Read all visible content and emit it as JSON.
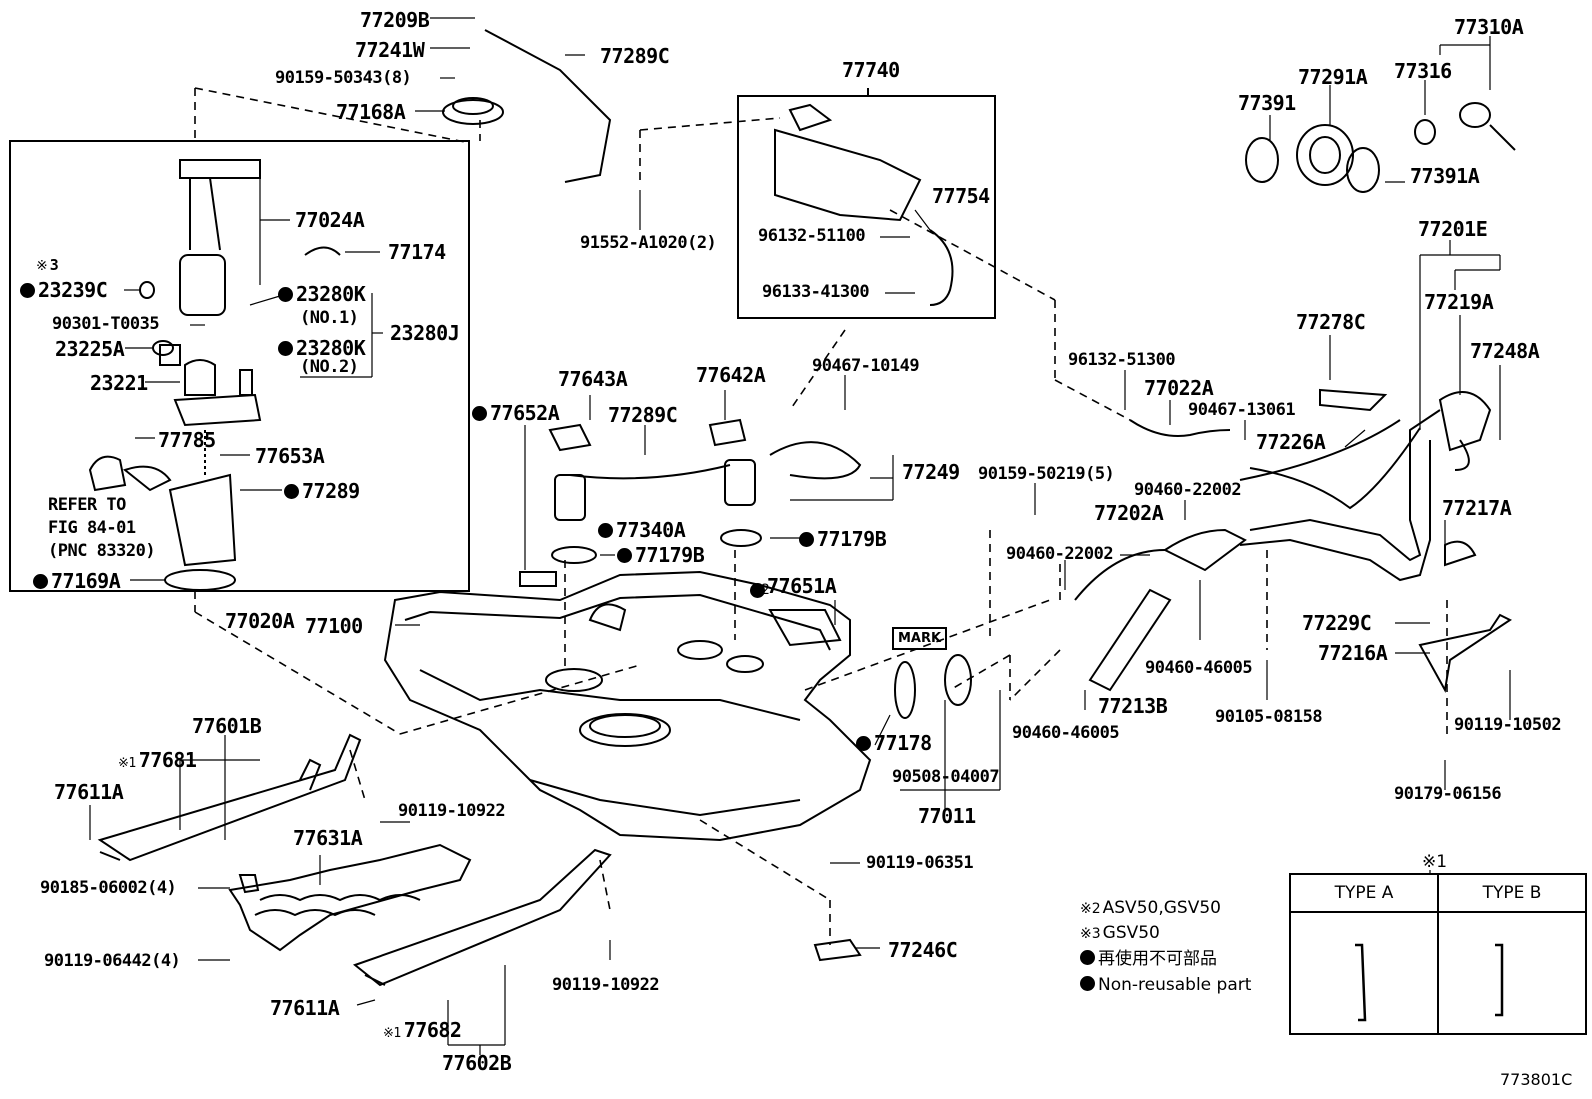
{
  "labels": {
    "l77209B": "77209B",
    "l77241W": "77241W",
    "l77289C_top": "77289C",
    "l90159_50343": "90159-50343(8)",
    "l77168A": "77168A",
    "l77740": "77740",
    "l77754": "77754",
    "l96132_51100": "96132-51100",
    "l96133_41300": "96133-41300",
    "l91552_A1020": "91552-A1020(2)",
    "l77310A": "77310A",
    "l77291A": "77291A",
    "l77316": "77316",
    "l77391": "77391",
    "l77391A": "77391A",
    "l77024A": "77024A",
    "l77174": "77174",
    "l23239C": "23239C",
    "l23280K_1": "23280K",
    "l_no1": "(NO.1)",
    "l23280J": "23280J",
    "l90301_T0035": "90301-T0035",
    "l23280K_2": "23280K",
    "l_no2": "(NO.2)",
    "l23225A": "23225A",
    "l23221": "23221",
    "l77785": "77785",
    "l77653A": "77653A",
    "l77289": "77289",
    "l_refer1": "REFER TO",
    "l_refer2": "FIG 84-01",
    "l_refer3": "(PNC 83320)",
    "l77169A": "77169A",
    "l77020A": "77020A",
    "l77201E": "77201E",
    "l77219A": "77219A",
    "l77248A": "77248A",
    "l77278C": "77278C",
    "l96132_51300": "96132-51300",
    "l77022A": "77022A",
    "l90467_13061": "90467-13061",
    "l77226A": "77226A",
    "l90467_10149": "90467-10149",
    "l77643A": "77643A",
    "l77642A": "77642A",
    "l77652A": "77652A",
    "l77289C_mid": "77289C",
    "l77249": "77249",
    "l90159_50219": "90159-50219(5)",
    "l90460_22002_a": "90460-22002",
    "l77202A": "77202A",
    "l90460_22002_b": "90460-22002",
    "l77217A": "77217A",
    "l77340A": "77340A",
    "l77179B_a": "77179B",
    "l77179B_b": "77179B",
    "l77651A": "77651A",
    "l77100": "77100",
    "l_mark": "MARK",
    "l77229C": "77229C",
    "l77216A": "77216A",
    "l90460_46005_a": "90460-46005",
    "l90460_46005_b": "90460-46005",
    "l77213B": "77213B",
    "l90105_08158": "90105-08158",
    "l90119_10502": "90119-10502",
    "l77178": "77178",
    "l90508_04007": "90508-04007",
    "l77011": "77011",
    "l90179_06156": "90179-06156",
    "l77601B": "77601B",
    "l77681": "77681",
    "l77611A_a": "77611A",
    "l90119_10922_a": "90119-10922",
    "l77631A": "77631A",
    "l90185_06002": "90185-06002(4)",
    "l90119_06442": "90119-06442(4)",
    "l90119_06351": "90119-06351",
    "l77246C": "77246C",
    "l90119_10922_b": "90119-10922",
    "l77611A_b": "77611A",
    "l77682": "77682",
    "l77602B": "77602B",
    "l_note1_title": "※1",
    "l_typeA": "TYPE A",
    "l_typeB": "TYPE B",
    "l773801C": "773801C"
  },
  "legend": {
    "note2": "ASV50,GSV50",
    "note3": "GSV50",
    "nonreusable_jp": "再使用不可部品",
    "nonreusable_en": "Non-reusable part"
  }
}
